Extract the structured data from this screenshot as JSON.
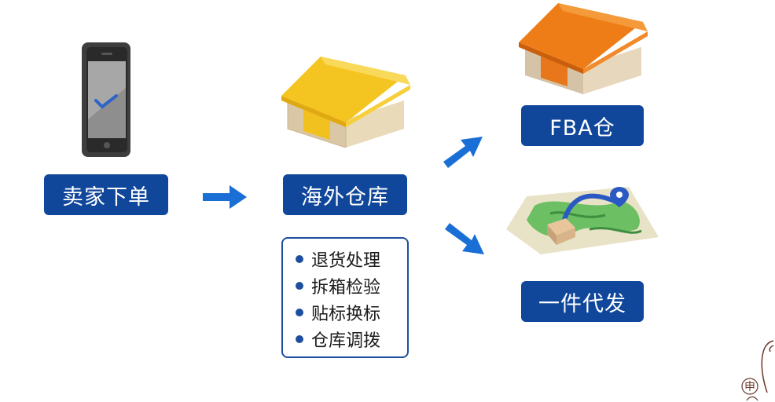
{
  "nodes": {
    "seller": {
      "label": "卖家下单"
    },
    "overseas_warehouse": {
      "label": "海外仓库"
    },
    "fba": {
      "label": "FBA仓"
    },
    "dropship": {
      "label": "一件代发"
    }
  },
  "services": [
    {
      "label": "退货处理"
    },
    {
      "label": "拆箱检验"
    },
    {
      "label": "贴标换标"
    },
    {
      "label": "仓库调拨"
    }
  ],
  "watermark": {
    "char": "申"
  },
  "colors": {
    "label_bg": "#11479b",
    "arrow": "#1a6fd6",
    "warehouse_yellow": "#f4c520",
    "warehouse_orange": "#ef7d17"
  }
}
